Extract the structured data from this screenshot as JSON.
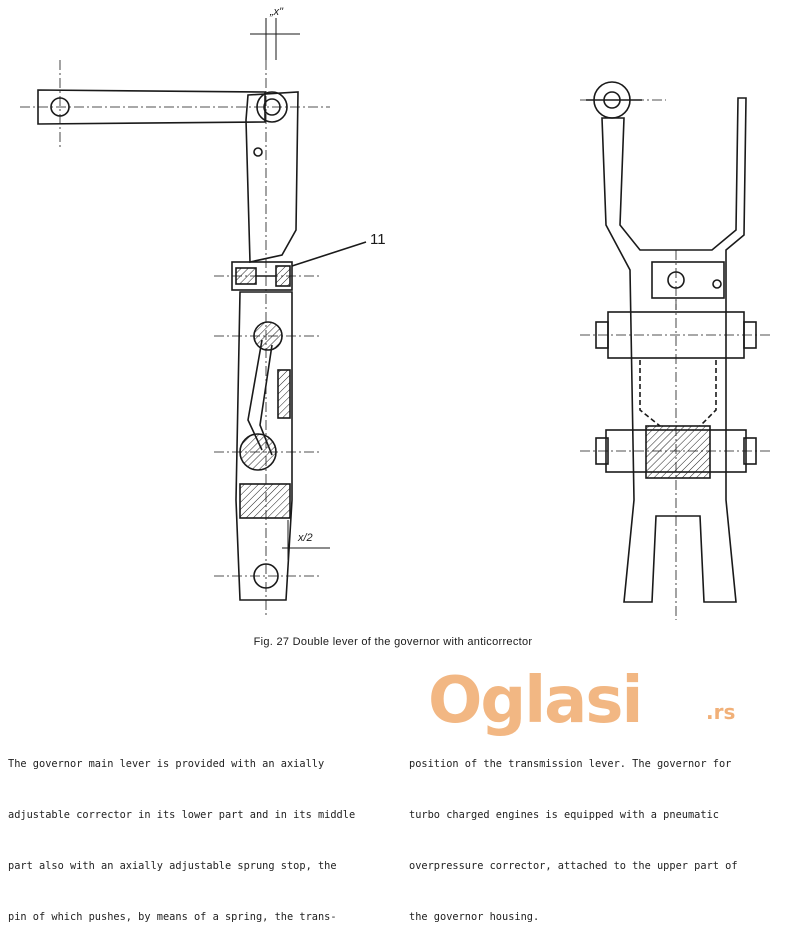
{
  "figure": {
    "label_x": "„x\"",
    "label_11": "11",
    "label_x2": "x/2",
    "caption": "Fig. 27 Double lever of the governor with anticorrector"
  },
  "text": {
    "left_lines": [
      "The governor main lever is provided with an axially",
      "adjustable corrector in its lower part and in its middle",
      "part also with an axially adjustable sprung stop, the",
      "pin of which pushes, by means of a spring, the trans-"
    ],
    "right_lines": [
      "position of the transmission lever. The governor for",
      "turbo charged engines is equipped with a pneumatic",
      "overpressure corrector, attached to the upper part of",
      "the governor housing."
    ]
  },
  "watermark": {
    "brand": "Oglasi",
    "suffix": ".rs",
    "color": "#e87c1e"
  }
}
